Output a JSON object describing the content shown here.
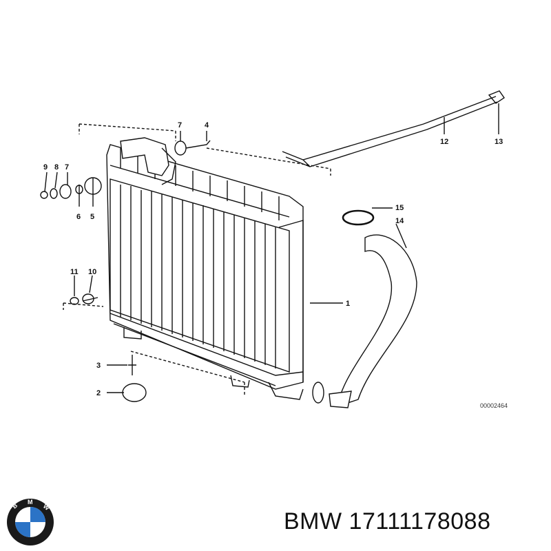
{
  "diagram": {
    "reference_code": "00002464",
    "callouts": [
      "1",
      "2",
      "3",
      "4",
      "5",
      "6",
      "7",
      "7",
      "8",
      "9",
      "10",
      "11",
      "12",
      "13",
      "14",
      "15"
    ]
  },
  "caption": {
    "brand": "BMW",
    "part_number": "17111178088"
  },
  "logo": {
    "letters": "BMW",
    "colors": {
      "blue": "#2b73c6",
      "white": "#ffffff",
      "ring": "#1a1a1a"
    }
  }
}
